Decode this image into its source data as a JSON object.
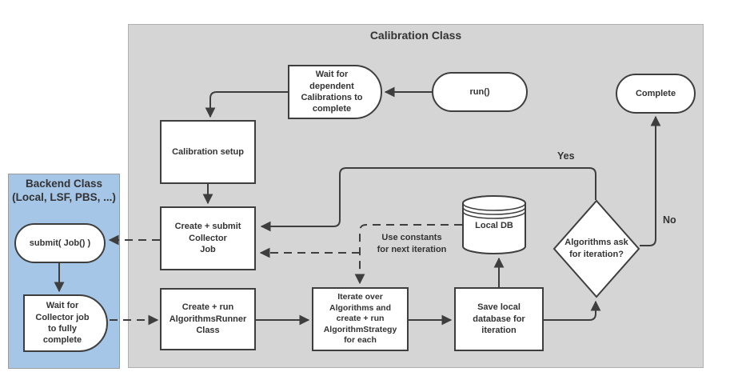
{
  "containers": {
    "calibration": {
      "title": "Calibration Class"
    },
    "backend": {
      "title": "Backend Class\n(Local, LSF, PBS, ...)"
    }
  },
  "nodes": {
    "wait_dependent": "Wait for\ndependent\nCalibrations to\ncomplete",
    "run": "run()",
    "complete": "Complete",
    "calibration_setup": "Calibration setup",
    "collector_job": "Create + submit\nCollector\nJob",
    "algorithms_runner": "Create + run\nAlgorithmsRunner\nClass",
    "iterate": "Iterate over\nAlgorithms and\ncreate + run\nAlgorithmStrategy\nfor each",
    "save_local": "Save local\ndatabase for\niteration",
    "local_db": "Local DB",
    "decision": "Algorithms ask\nfor iteration?",
    "submit_job": "submit( Job() )",
    "wait_collector": "Wait for\nCollector job\nto fully\ncomplete"
  },
  "edge_labels": {
    "yes": "Yes",
    "no": "No",
    "use_constants": "Use constants\nfor next iteration"
  },
  "colors": {
    "container_gray": "#d5d5d5",
    "container_blue": "#a6c6e8",
    "shape_border": "#3e3e3e",
    "text": "#333333"
  }
}
